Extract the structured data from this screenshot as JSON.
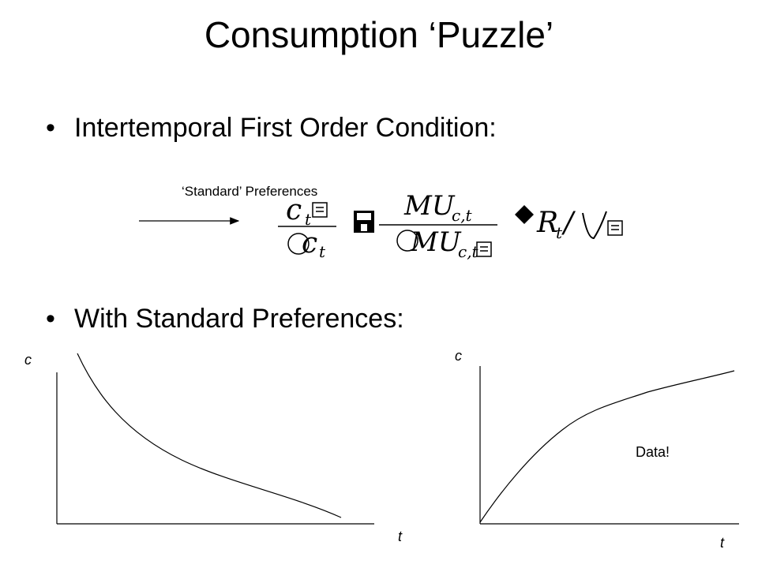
{
  "slide": {
    "title": "Consumption ‘Puzzle’",
    "bullet_1": "Intertemporal First Order Condition:",
    "bullet_2": "With Standard Preferences:",
    "arrow_label": "‘Standard’ Preferences",
    "bullet_symbol": "•"
  },
  "equation": {
    "lhs_numerator": "c",
    "lhs_numerator_sub": "t",
    "lhs_denominator": "c",
    "lhs_denominator_sub": "t",
    "rhs_numerator": "MU",
    "rhs_numerator_sub": "c,t",
    "rhs_denominator": "MU",
    "rhs_denominator_sub": "c,t",
    "rate": "R",
    "rate_sub": "t",
    "slash": "/"
  },
  "graphs": {
    "left": {
      "y_label": "c",
      "x_label": "t",
      "shape": "decreasing-convex"
    },
    "right": {
      "y_label": "c",
      "x_label": "t",
      "shape": "increasing-concave",
      "annotation": "Data!"
    }
  }
}
